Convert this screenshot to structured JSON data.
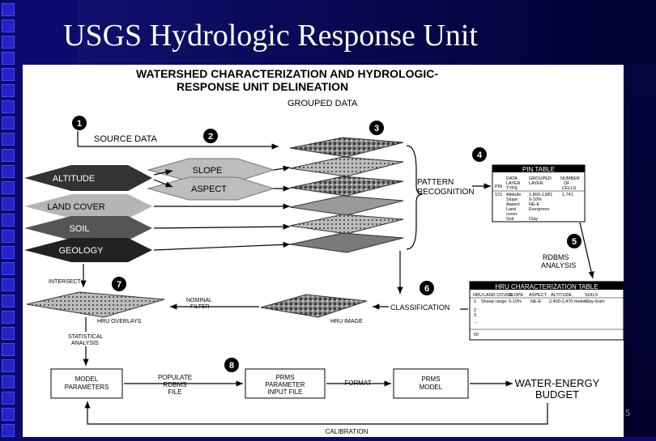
{
  "slide": {
    "title": "USGS Hydrologic Response Unit",
    "slide_number": "5"
  },
  "diagram": {
    "title_line1": "WATERSHED CHARACTERIZATION AND HYDROLOGIC-",
    "title_line2": "RESPONSE UNIT DELINEATION",
    "grouped_data": "GROUPED DATA",
    "step_numbers": [
      "1",
      "2",
      "3",
      "4",
      "5",
      "6",
      "7",
      "8"
    ],
    "source_data": "SOURCE DATA",
    "layers": {
      "altitude": "ALTITUDE",
      "land_cover": "LAND COVER",
      "soil": "SOIL",
      "geology": "GEOLOGY",
      "slope": "SLOPE",
      "aspect": "ASPECT"
    },
    "pattern_recognition": [
      "PATTERN",
      "RECOGNITION"
    ],
    "pin_table": {
      "title": "PIN TABLE",
      "headers": [
        [
          "PIN"
        ],
        [
          "DATA",
          "LAYER",
          "TYPE"
        ],
        [
          "GROUPED",
          "LAYER"
        ],
        [
          "NUMBER",
          "OF",
          "CELLS"
        ]
      ],
      "pin": "121",
      "layer_types": [
        "Altitude",
        "Slope",
        "Aspect",
        "Land",
        "cover",
        "Soil"
      ],
      "grouped": [
        "1,800-1,881",
        "0-10%",
        "NE-E",
        "Evergreen",
        "Clay"
      ],
      "cells": "1,741"
    },
    "rdbms_analysis": [
      "RDBMS",
      "ANALYSIS"
    ],
    "hru_table": {
      "title": "HRU CHARACTERIZATION TABLE",
      "headers": [
        "HRU",
        "LAND COVER",
        "SLOPE",
        "ASPECT",
        "ALTITUDE",
        "SOILS"
      ],
      "row1": [
        "1",
        "Sheep range",
        "0-10%",
        "NE-E",
        "2,400-2,470 meters",
        "Clay-loam"
      ],
      "rows": [
        "2",
        "3",
        "..."
      ],
      "last_row": "50"
    },
    "intersect": "INTERSECT",
    "nominal_filter": [
      "NOMINAL",
      "FILTER"
    ],
    "classification": "CLASSIFICATION",
    "hru_overlays": "HRU OVERLAYS",
    "hru_image": "HRU IMAGE",
    "statistical_analysis": [
      "STATISTICAL",
      "ANALYSIS"
    ],
    "model_parameters": [
      "MODEL",
      "PARAMETERS"
    ],
    "populate_rdbms": [
      "POPULATE",
      "RDBMS",
      "FILE"
    ],
    "prms_parameter": [
      "PRMS",
      "PARAMETER",
      "INPUT FILE"
    ],
    "format": "FORMAT",
    "prms_model": [
      "PRMS",
      "MODEL"
    ],
    "water_energy": [
      "WATER-ENERGY",
      "BUDGET"
    ],
    "calibration": "CALIBRATION"
  }
}
